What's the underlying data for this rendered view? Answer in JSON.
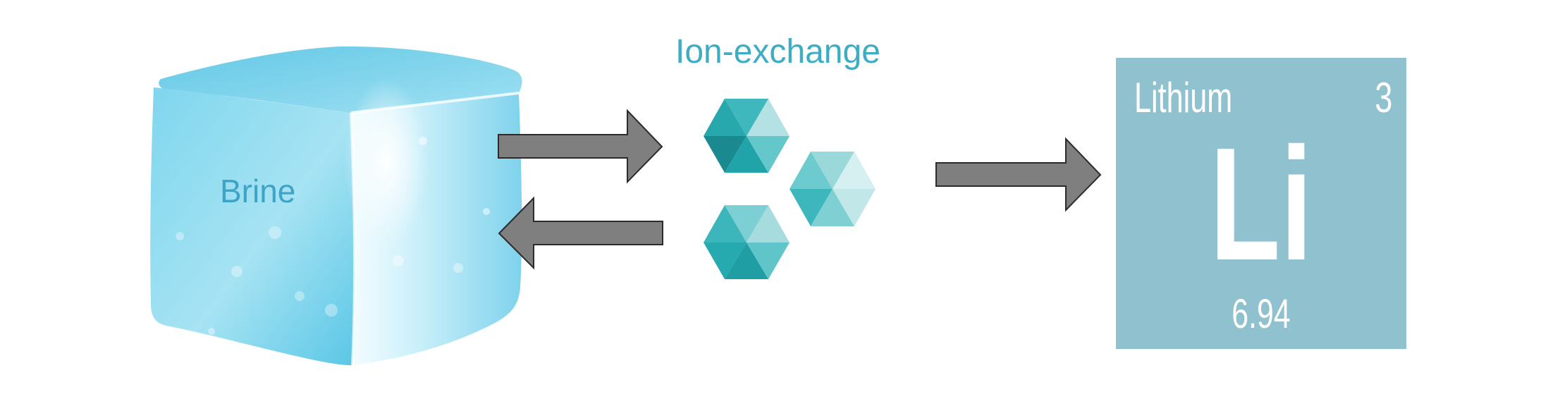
{
  "brine": {
    "label": "Brine"
  },
  "ion_exchange": {
    "label": "Ion-exchange"
  },
  "element_tile": {
    "name": "Lithium",
    "atomic_number": "3",
    "symbol": "Li",
    "atomic_mass": "6.94"
  },
  "colors": {
    "brine_label": "#3fa3c6",
    "ion_exchange_label": "#3eadc4",
    "tile_background": "#8fc1cf",
    "arrow_fill": "#7f7f7f",
    "arrow_stroke": "#2b2b2b"
  },
  "icons": [
    "brine-cube-icon",
    "ion-exchange-hexagon-icon",
    "arrow-right-icon",
    "arrow-left-icon"
  ]
}
